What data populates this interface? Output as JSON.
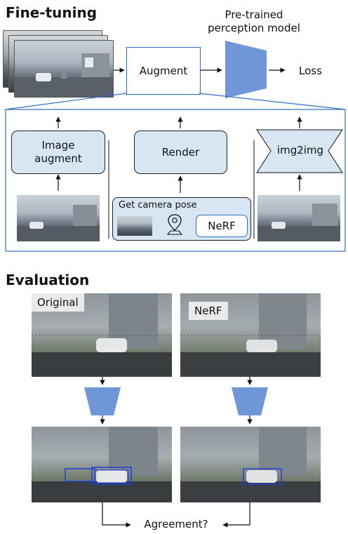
{
  "fine_tuning": {
    "title": "Fine-tuning",
    "model_label_line1": "Pre-trained",
    "model_label_line2": "perception model",
    "augment_label": "Augment",
    "loss_label": "Loss",
    "image_augment_line1": "Image",
    "image_augment_line2": "augment",
    "render_label": "Render",
    "img2img_label": "img2img",
    "camera_pose_label": "Get camera pose",
    "nerf_label": "NeRF"
  },
  "evaluation": {
    "title": "Evaluation",
    "original_tag": "Original",
    "nerf_tag": "NeRF",
    "agreement_label": "Agreement?"
  },
  "colors": {
    "accent_blue": "#2f6fc4",
    "box_fill": "#d8e6f4",
    "model_fill": "#6f97d8",
    "detection_box": "#1a3bdc"
  }
}
